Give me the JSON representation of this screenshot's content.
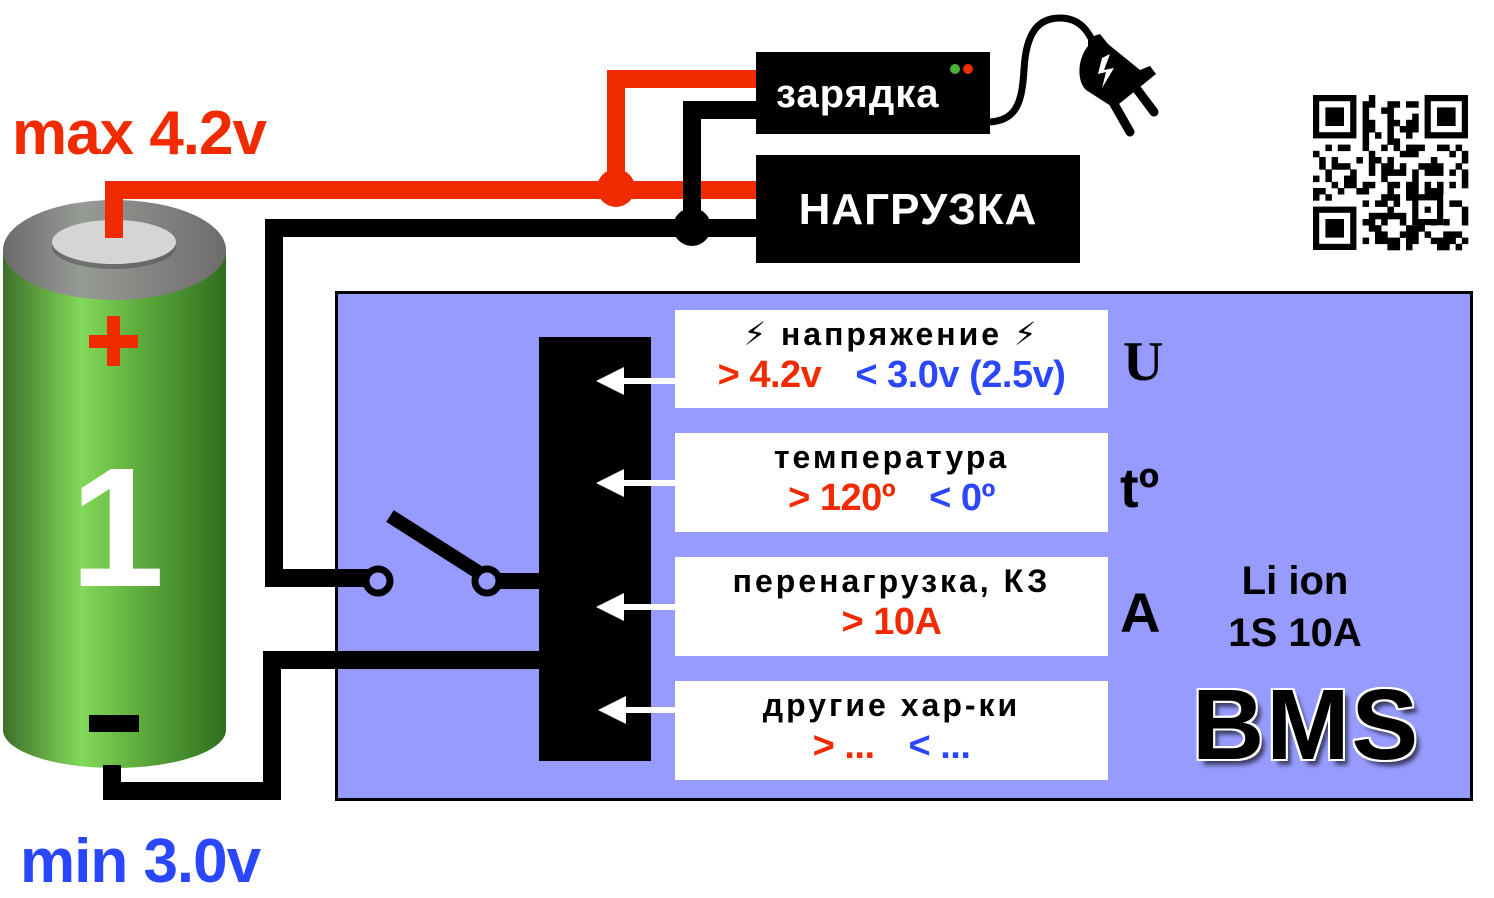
{
  "labels": {
    "max_voltage": "max 4.2v",
    "min_voltage": "min 3.0v"
  },
  "battery": {
    "number": "1",
    "plus_sign": "+",
    "minus_sign": "−"
  },
  "charger": {
    "label": "зарядка",
    "icon": "plug-icon"
  },
  "load": {
    "label": "НАГРУЗКА"
  },
  "bms": {
    "title": "BMS",
    "chemistry": "Li ion",
    "config": "1S 10A",
    "parameters": [
      {
        "title": "⚡ напряжение ⚡",
        "over": "> 4.2v",
        "under": "< 3.0v (2.5v)",
        "symbol": "U"
      },
      {
        "title": "температура",
        "over": "> 120º",
        "under": "< 0º",
        "symbol": "tº"
      },
      {
        "title": "перенагрузка, КЗ",
        "over": "> 10A",
        "under": "",
        "symbol": "A"
      },
      {
        "title": "другие хар-ки",
        "over": "> ...",
        "under": "< ...",
        "symbol": ""
      }
    ]
  },
  "colors": {
    "positive_wire": "#f22a00",
    "negative_wire": "#000000",
    "bms_panel": "#969bfd",
    "over_limit": "#f22a00",
    "under_limit": "#2a47ff",
    "battery_green": "#7ed957"
  },
  "qr_code": {
    "icon": "qr-code-icon"
  }
}
